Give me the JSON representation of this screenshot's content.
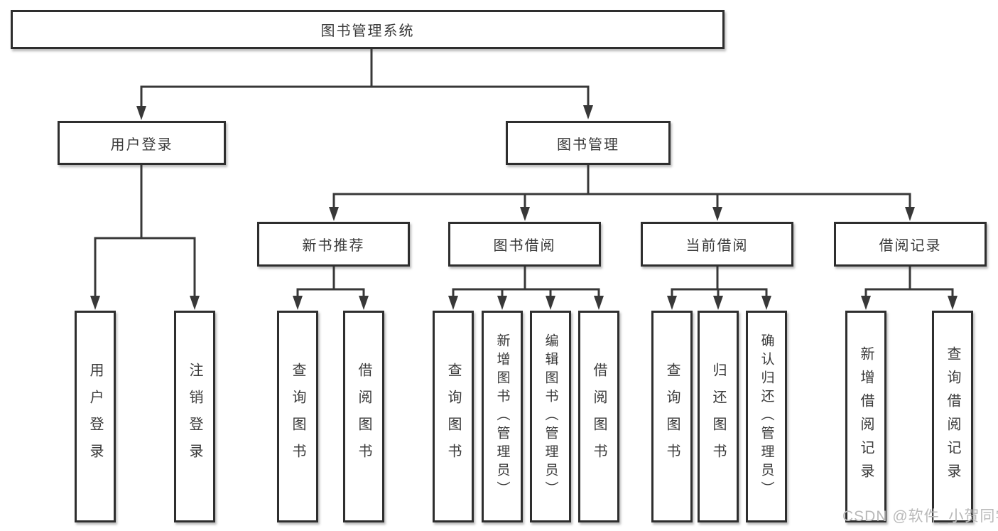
{
  "diagram": {
    "root": "图书管理系统",
    "user_login": {
      "label": "用户登录",
      "children": [
        "用户登录",
        "注销登录"
      ]
    },
    "book_mgmt": {
      "label": "图书管理",
      "sections": [
        {
          "label": "新书推荐",
          "children": [
            "查询图书",
            "借阅图书"
          ]
        },
        {
          "label": "图书借阅",
          "children": [
            "查询图书",
            "新增图书（管理员）",
            "编辑图书（管理员）",
            "借阅图书"
          ]
        },
        {
          "label": "当前借阅",
          "children": [
            "查询图书",
            "归还图书",
            "确认归还（管理员）"
          ]
        },
        {
          "label": "借阅记录",
          "children": [
            "新增借阅记录",
            "查询借阅记录"
          ]
        }
      ]
    }
  },
  "watermark": "CSDN @软件_小贺同学",
  "colors": {
    "line": "#383838",
    "box_border": "#2e2e2e",
    "box_fill": "#ffffff",
    "text": "#3a3a3a",
    "watermark": "#b9b9b9",
    "background": "#ffffff"
  }
}
